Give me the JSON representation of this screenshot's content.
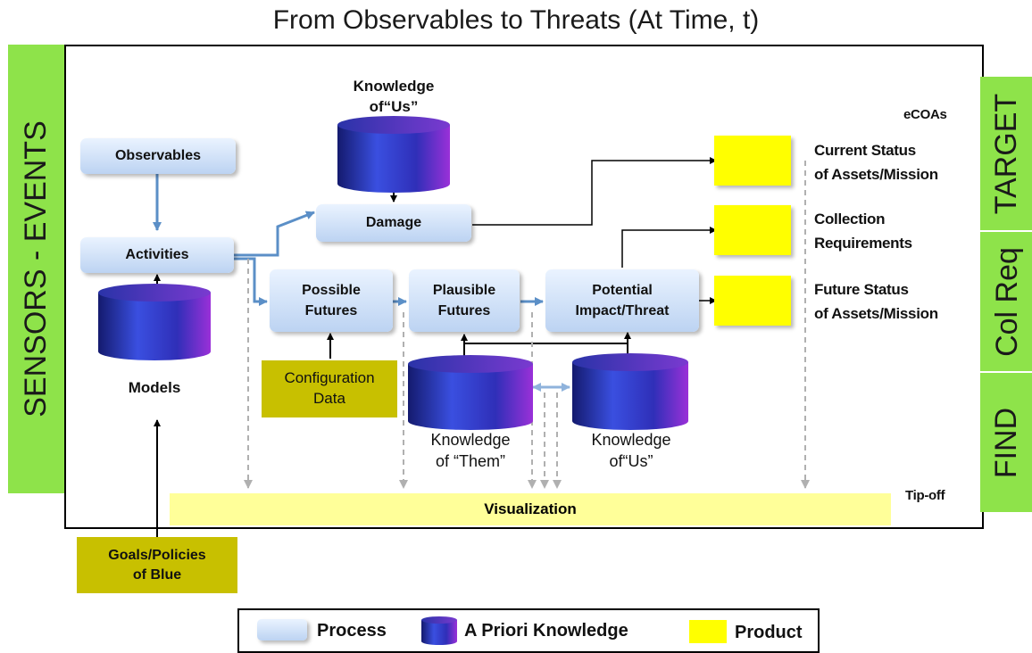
{
  "title": "From Observables to Threats (At Time, t)",
  "side_labels": {
    "left": "SENSORS - EVENTS",
    "right_top": "TARGET",
    "right_middle": "Col Req",
    "right_bottom": "FIND"
  },
  "corner_labels": {
    "ecoas": "eCOAs",
    "tipoff": "Tip-off"
  },
  "processes": {
    "observables": "Observables",
    "activities": "Activities",
    "damage": "Damage",
    "possible_futures": [
      "Possible",
      "Futures"
    ],
    "plausible_futures": [
      "Plausible",
      "Futures"
    ],
    "potential_impact": [
      "Potential",
      "Impact/Threat"
    ]
  },
  "knowledge": {
    "us_top": [
      "Knowledge",
      "of“Us”"
    ],
    "models": "Models",
    "them": [
      "Knowledge",
      "of “Them”"
    ],
    "us_bottom": [
      "Knowledge",
      "of“Us”"
    ]
  },
  "config_data": [
    "Configuration",
    "Data"
  ],
  "goals": [
    "Goals/Policies",
    "of Blue"
  ],
  "products": {
    "current_status": [
      "Current Status",
      "of Assets/Mission"
    ],
    "collection_req": [
      "Collection",
      "Requirements"
    ],
    "future_status": [
      "Future Status",
      "of Assets/Mission"
    ]
  },
  "visualization": "Visualization",
  "legend": {
    "process": "Process",
    "knowledge": "A Priori Knowledge",
    "product": "Product"
  },
  "colors": {
    "side_band": "#8ee34a",
    "process_fill": "#bcd3f2",
    "product_fill": "#ffff00",
    "config_fill": "#c8c000",
    "visualization_fill": "#ffff99",
    "flow_arrow": "#5b8fc7",
    "dashed_arrow": "#b0b0b0",
    "cylinder": [
      "#1b1f8a",
      "#3340d0",
      "#8a2bd0"
    ]
  }
}
